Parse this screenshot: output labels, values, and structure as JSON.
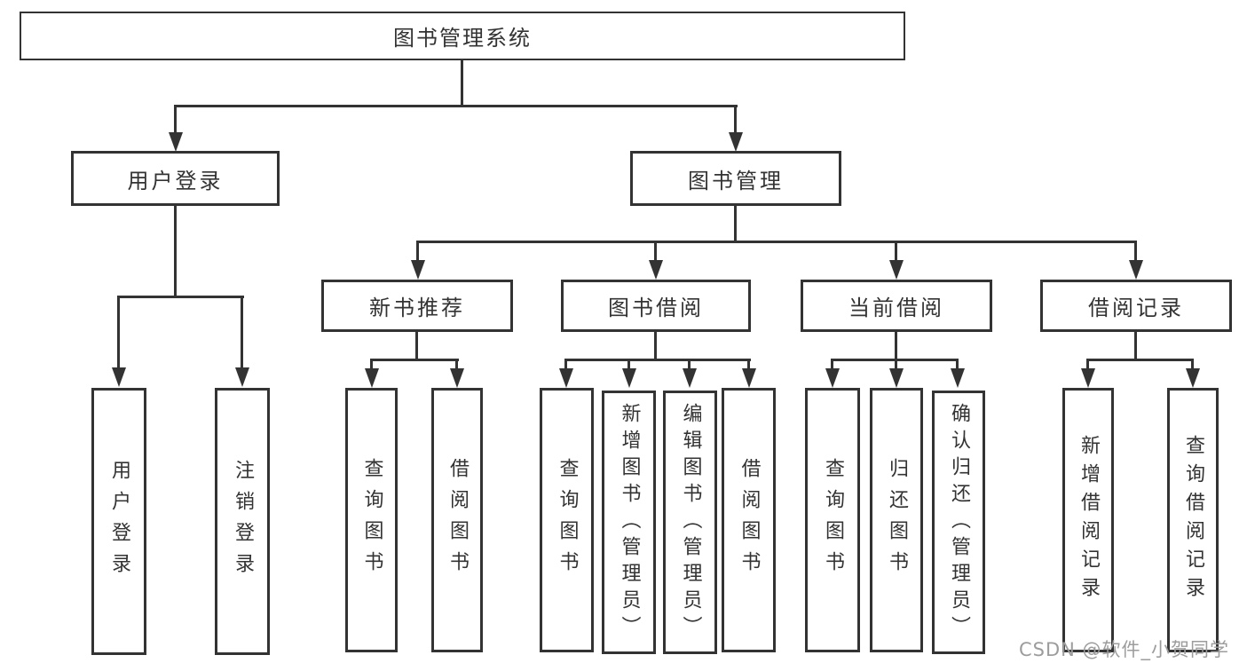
{
  "diagram_title": "图书管理系统",
  "tree": {
    "root": {
      "label": "图书管理系统",
      "children": [
        {
          "label": "用户登录",
          "children": [
            {
              "label": "用户登录"
            },
            {
              "label": "注销登录"
            }
          ]
        },
        {
          "label": "图书管理",
          "children": [
            {
              "label": "新书推荐",
              "children": [
                {
                  "label": "查询图书"
                },
                {
                  "label": "借阅图书"
                }
              ]
            },
            {
              "label": "图书借阅",
              "children": [
                {
                  "label": "查询图书"
                },
                {
                  "label": "新增图书（管理员）"
                },
                {
                  "label": "编辑图书（管理员）"
                },
                {
                  "label": "借阅图书"
                }
              ]
            },
            {
              "label": "当前借阅",
              "children": [
                {
                  "label": "查询图书"
                },
                {
                  "label": "归还图书"
                },
                {
                  "label": "确认归还（管理员）"
                }
              ]
            },
            {
              "label": "借阅记录",
              "children": [
                {
                  "label": "新增借阅记录"
                },
                {
                  "label": "查询借阅记录"
                }
              ]
            }
          ]
        }
      ]
    }
  },
  "watermark": {
    "text": "CSDN @软件_小贺同学",
    "color": "#9c9c9c"
  },
  "colors": {
    "line": "#333333",
    "box_border": "#333333",
    "text": "#333333",
    "background": "#ffffff"
  }
}
